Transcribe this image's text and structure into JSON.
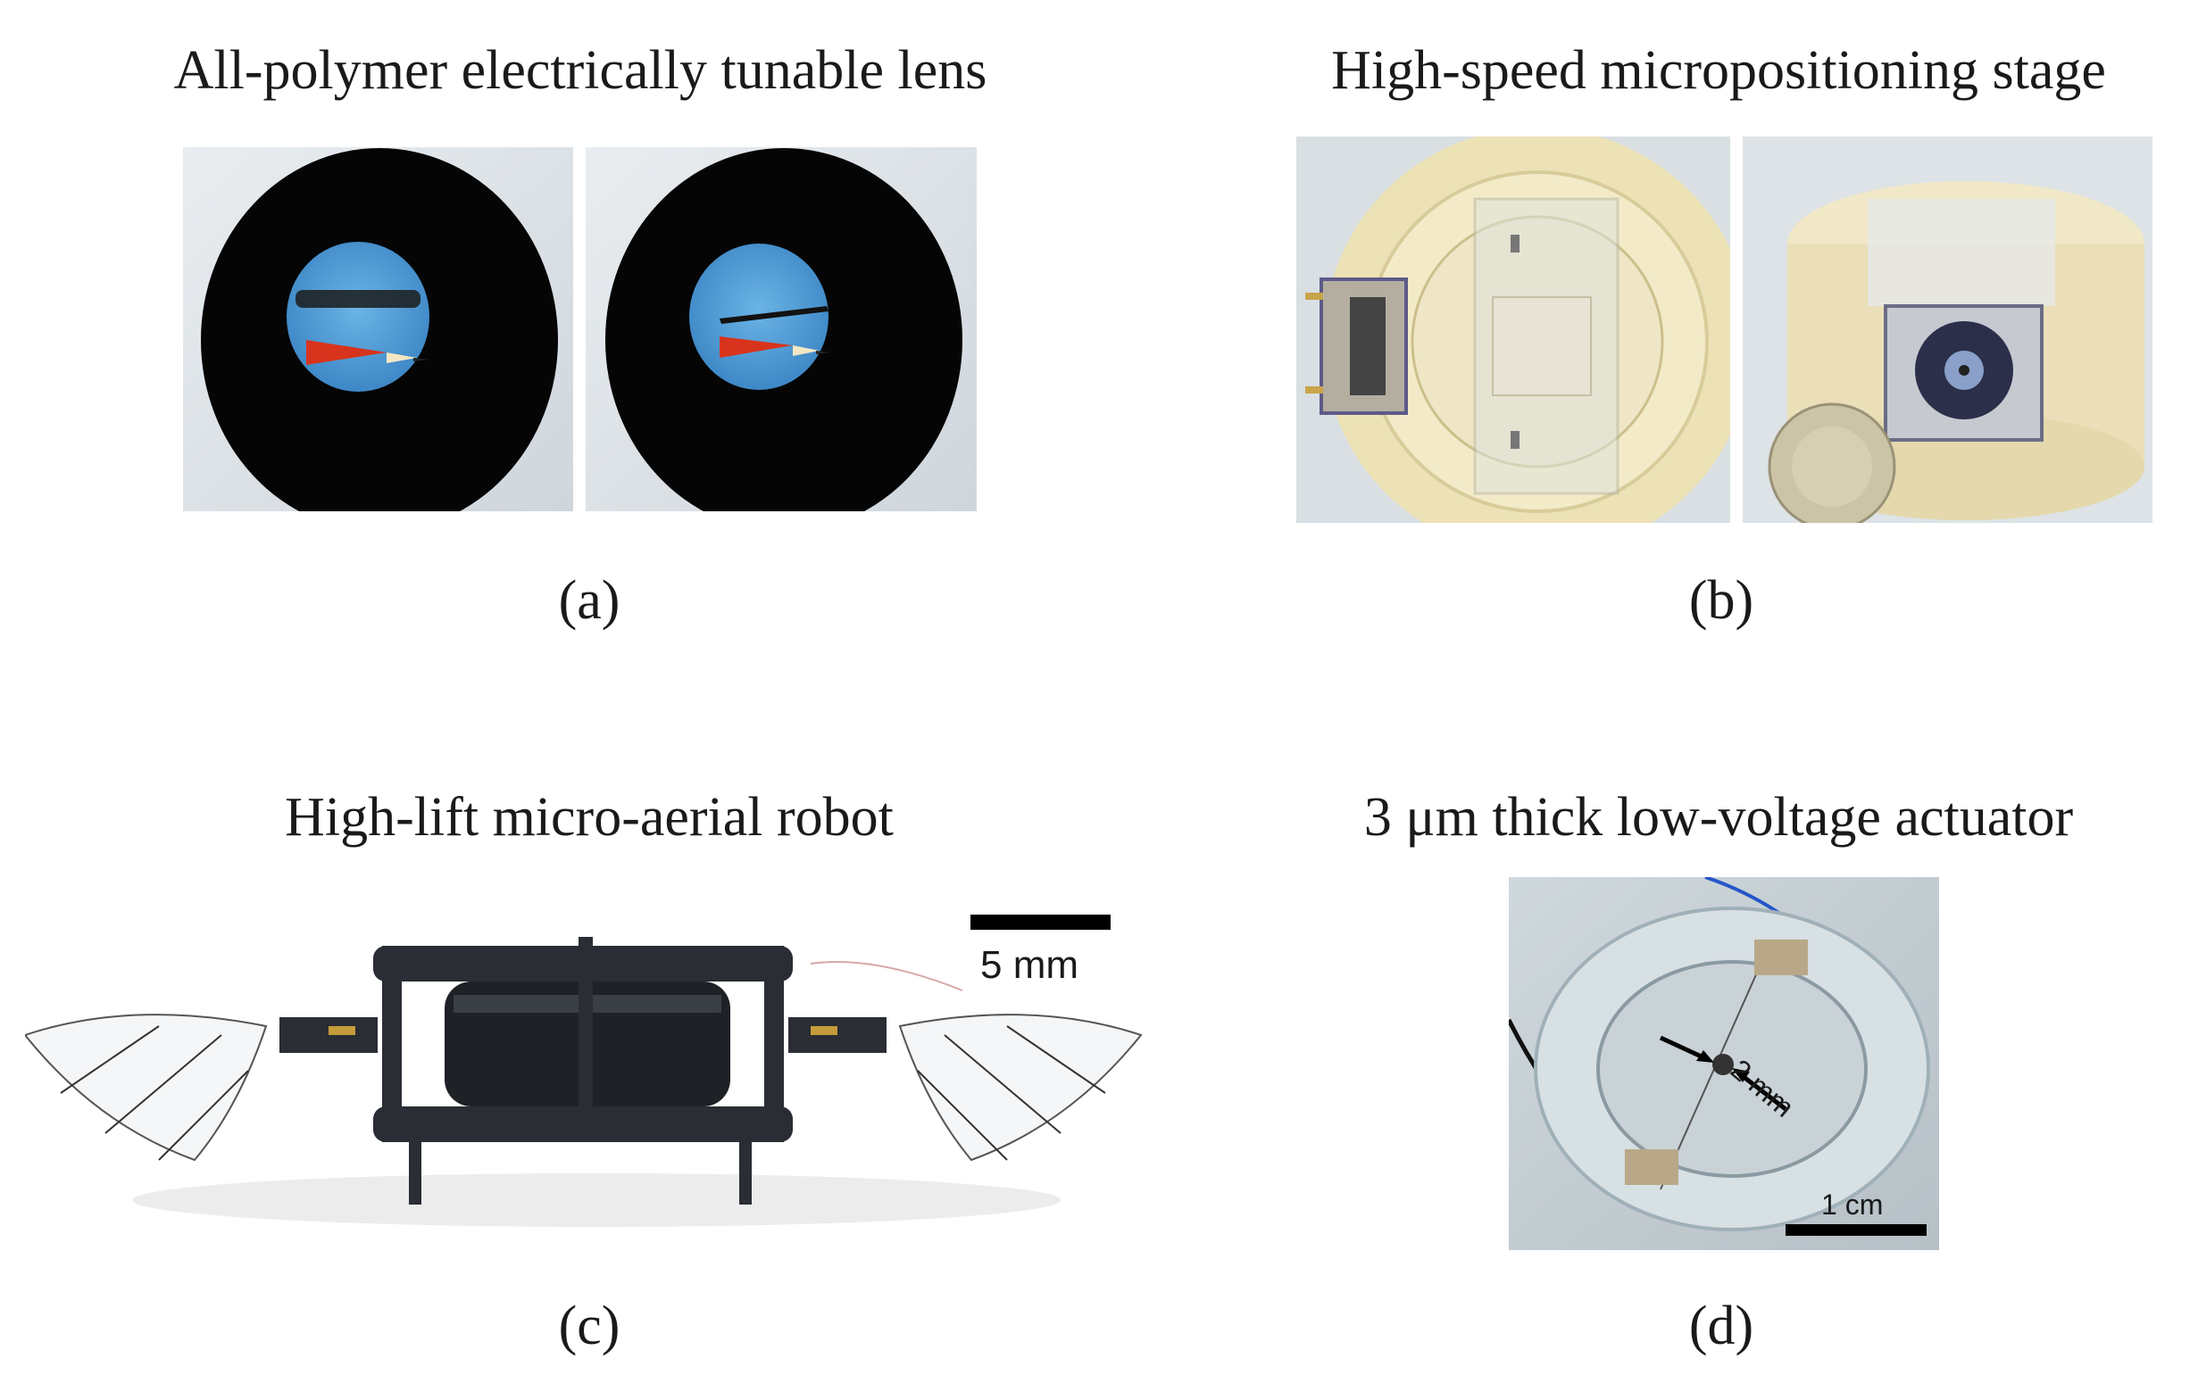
{
  "panels": {
    "a": {
      "title": "All-polymer electrically tunable lens",
      "label": "(a)"
    },
    "b": {
      "title": "High-speed micropositioning stage",
      "label": "(b)"
    },
    "c": {
      "title": "High-lift micro-aerial robot",
      "label": "(c)",
      "scalebar": "5 mm"
    },
    "d": {
      "title": "3 μm thick low-voltage actuator",
      "label": "(d)",
      "scalebar": "1 cm",
      "dimension": "2 mm"
    }
  }
}
